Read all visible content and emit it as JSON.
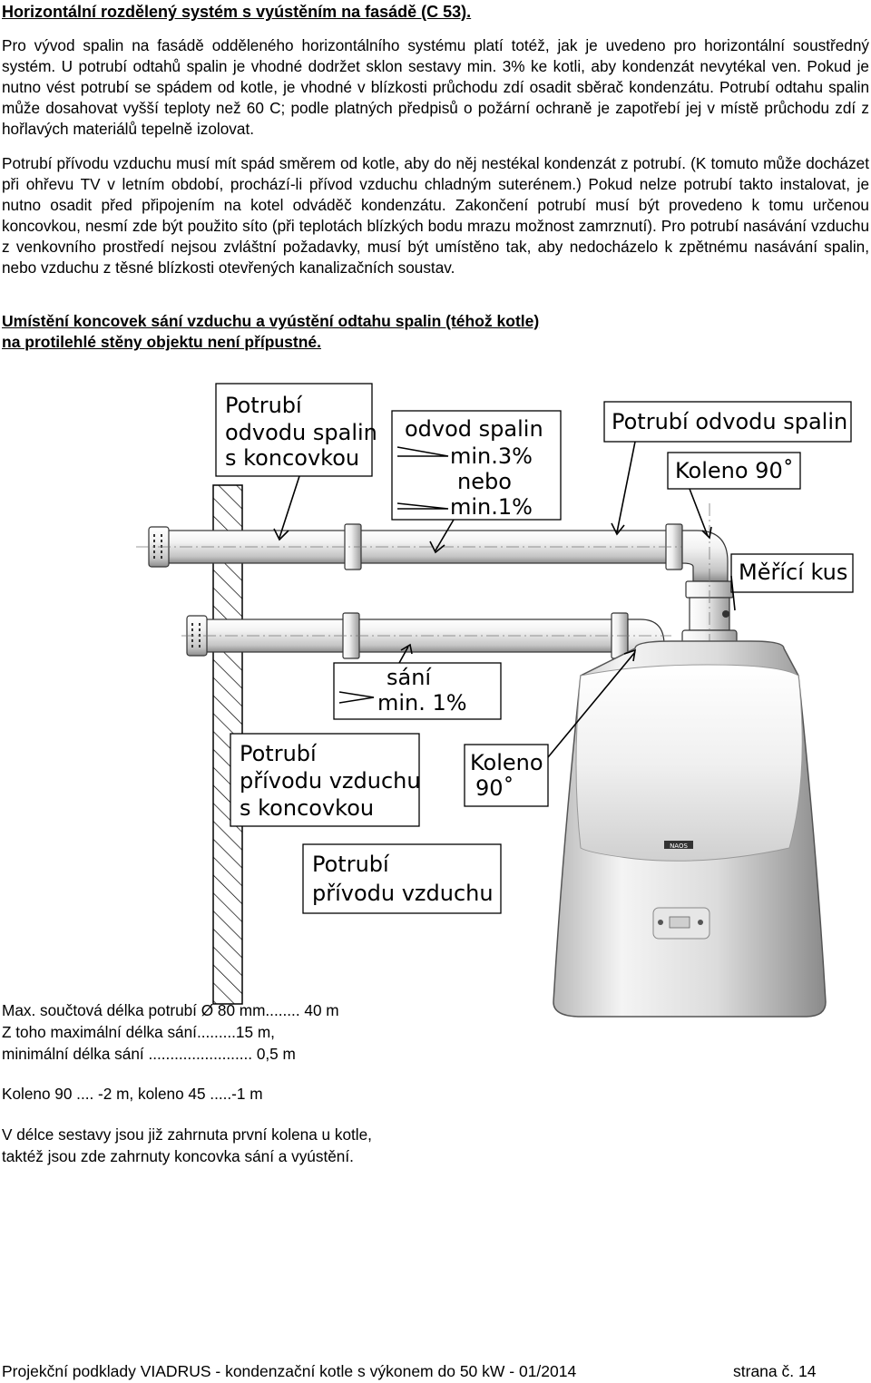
{
  "heading": "Horizontální rozdělený systém s vyústěním na fasádě (C 53).",
  "para1": "Pro vývod spalin na fasádě odděleného horizontálního systému platí totéž, jak je uvedeno pro horizontální soustředný systém. U potrubí odtahů spalin je vhodné dodržet sklon sestavy min. 3% ke kotli, aby kondenzát nevytékal ven. Pokud je nutno vést potrubí se spádem od kotle, je vhodné v blízkosti průchodu zdí osadit sběrač kondenzátu. Potrubí odtahu spalin může dosahovat vyšší teploty než 60 C; podle platných předpisů o požární ochraně je zapotřebí jej v místě průchodu zdí z hořlavých materiálů tepelně izolovat.",
  "para2": "Potrubí přívodu vzduchu musí mít spád směrem od kotle, aby do něj nestékal kondenzát z potrubí. (K tomuto může docházet při ohřevu TV v letním období, prochází-li přívod vzduchu chladným suterénem.) Pokud nelze potrubí takto instalovat, je nutno osadit před připojením na kotel odváděč kondenzátu. Zakončení potrubí musí být provedeno k tomu určenou koncovkou, nesmí zde být použito síto (při teplotách blízkých bodu mrazu možnost zamrznutí). Pro potrubí nasávání vzduchu z venkovního prostředí nejsou zvláštní požadavky, musí být umístěno tak, aby nedocházelo k zpětnému nasávání spalin, nebo vzduchu z těsné blízkosti otevřených kanalizačních soustav.",
  "warning": {
    "line1": "Umístění koncovek sání vzduchu a vyústění odtahu spalin (téhož kotle)",
    "line2": "na protilehlé stěny objektu není přípustné."
  },
  "diagram": {
    "label_flue_term": [
      "Potrubí",
      "odvodu spalin",
      "s koncovkou"
    ],
    "label_flue": [
      "odvod spalin",
      "min.3%",
      "nebo",
      "min.1%"
    ],
    "label_flue_pipe": "Potrubí odvodu spalin",
    "label_elbow_top": "Koleno 90˚",
    "label_measure": "Měřící kus",
    "label_intake_slope": [
      "sání",
      "min. 1%"
    ],
    "label_intake_term": [
      "Potrubí",
      "přívodu vzduchu",
      "s koncovkou"
    ],
    "label_elbow_low": [
      "Koleno",
      "90˚"
    ],
    "label_intake_pipe": [
      "Potrubí",
      "přívodu vzduchu"
    ],
    "boiler_brand": "NAOS"
  },
  "specs": {
    "line1": "Max. součtová délka potrubí Ø 80 mm........ 40 m",
    "line2": "Z toho maximální délka sání.........15 m,",
    "line3": "minimální délka sání ........................ 0,5 m",
    "line4": "Koleno 90 .... -2 m,  koleno 45 .....-1 m",
    "line5": "V délce sestavy jsou již zahrnuta první kolena u kotle,",
    "line6": "taktéž jsou zde zahrnuty koncovka sání a vyústění."
  },
  "footer": {
    "left": "Projekční podklady VIADRUS - kondenzační kotle s výkonem do 50 kW - 01/2014",
    "right": "strana č. 14"
  }
}
